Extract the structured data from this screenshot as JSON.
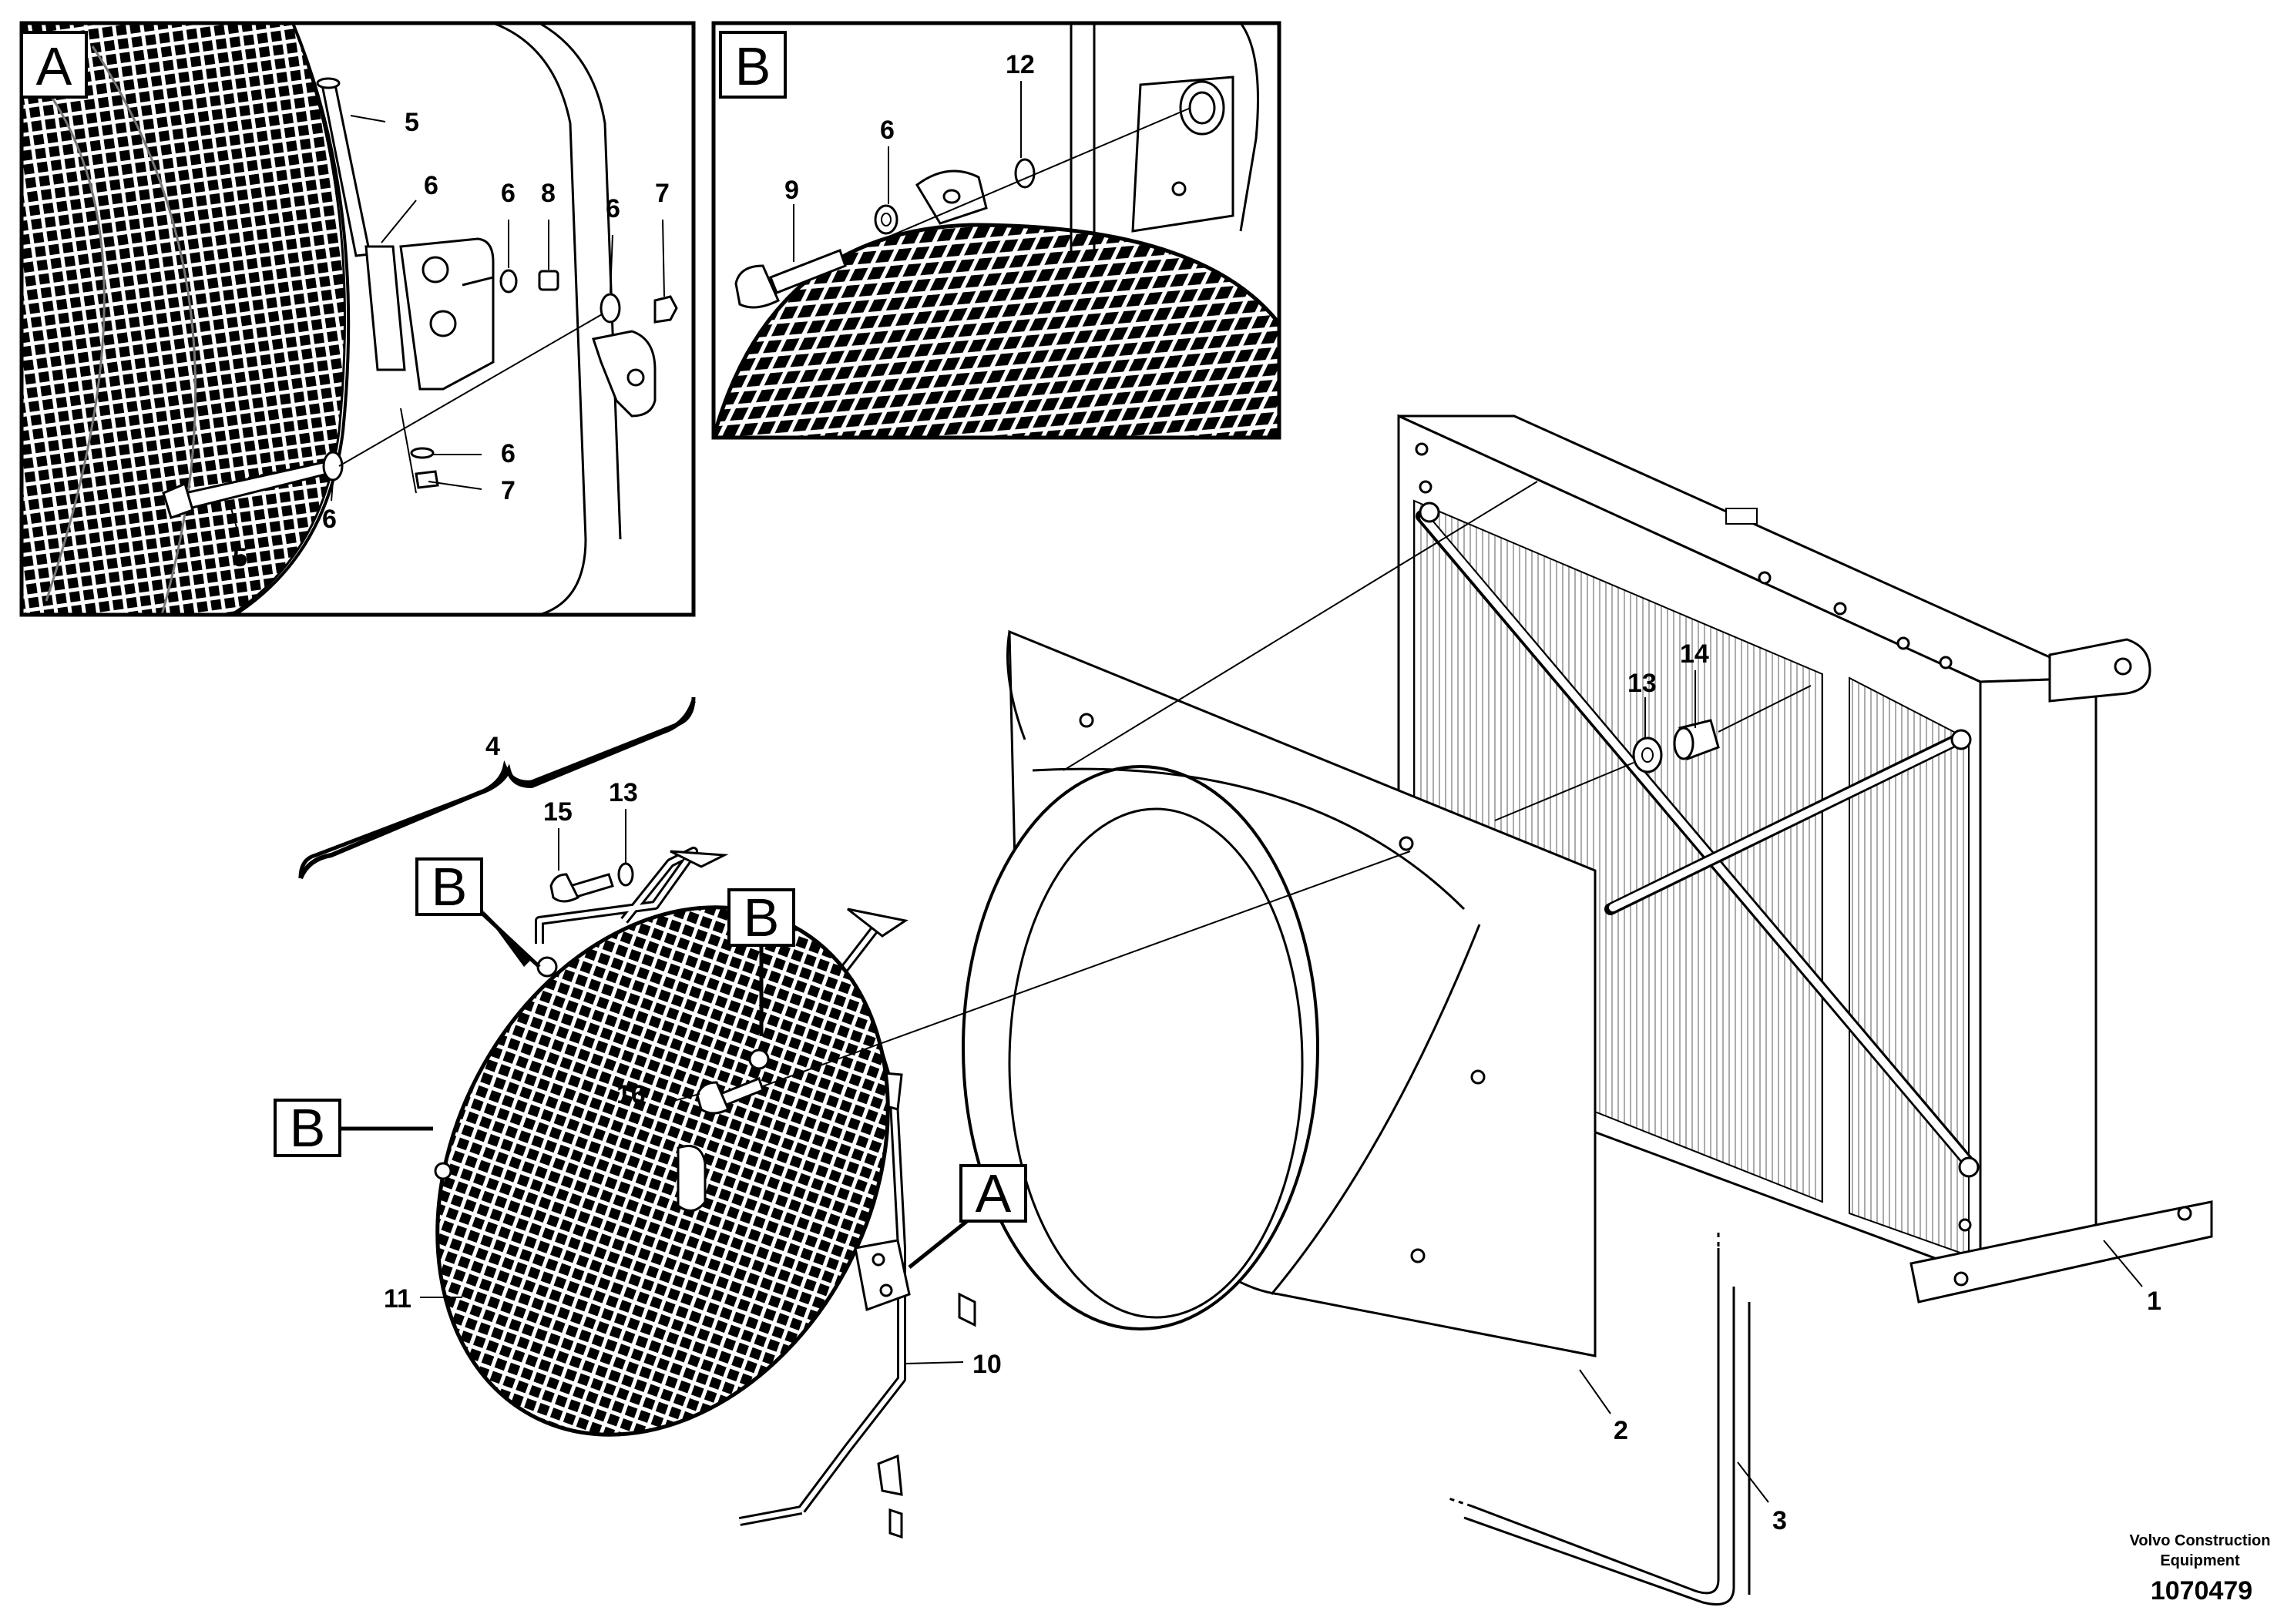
{
  "drawing": {
    "detail_letters": {
      "a": "A",
      "b": "B"
    },
    "part_numbers": {
      "p1": "1",
      "p2": "2",
      "p3": "3",
      "p4": "4",
      "p5": "5",
      "p6": "6",
      "p7": "7",
      "p8": "8",
      "p9": "9",
      "p10": "10",
      "p11": "11",
      "p12": "12",
      "p13": "13",
      "p14": "14",
      "p15": "15",
      "p16": "16"
    }
  },
  "footer": {
    "company_line1": "Volvo Construction",
    "company_line2": "Equipment",
    "drawing_number": "1070479"
  },
  "icons": [
    "detail-a-callout-icon",
    "detail-b-callout-icon"
  ]
}
